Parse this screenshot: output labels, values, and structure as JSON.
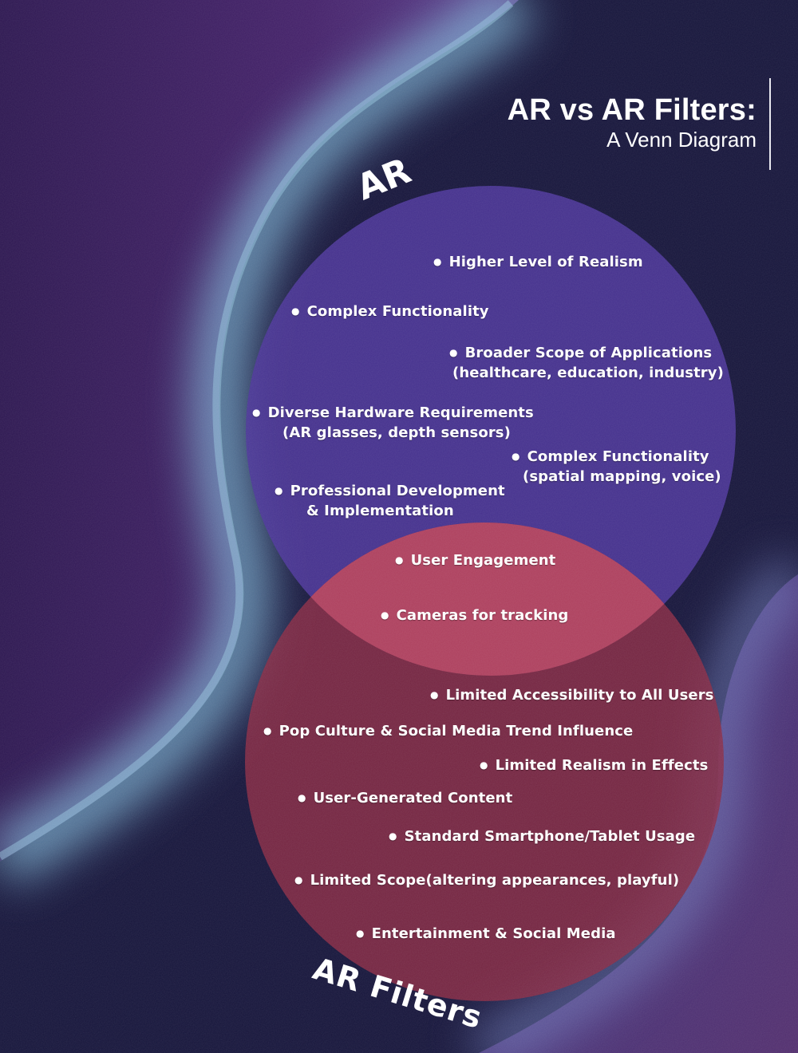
{
  "title": "AR vs AR Filters:",
  "subtitle": "A Venn Diagram",
  "sets": {
    "ar": {
      "label": "AR",
      "color": "#4b3498"
    },
    "filters": {
      "label": "AR Filters",
      "color": "#8a2a43"
    },
    "overlap_color": "#b0405e"
  },
  "ar_items": [
    {
      "line1": "Higher Level of Realism",
      "line2": ""
    },
    {
      "line1": "Complex Functionality",
      "line2": ""
    },
    {
      "line1": "Broader Scope of Applications",
      "line2": "(healthcare, education, industry)"
    },
    {
      "line1": "Diverse Hardware Requirements",
      "line2": "(AR glasses, depth sensors)"
    },
    {
      "line1": "Complex Functionality",
      "line2": "(spatial mapping, voice)"
    },
    {
      "line1": "Professional Development",
      "line2": "& Implementation"
    }
  ],
  "shared_items": [
    {
      "line1": "User Engagement",
      "line2": ""
    },
    {
      "line1": "Cameras for tracking",
      "line2": ""
    }
  ],
  "filter_items": [
    {
      "line1": "Limited Accessibility to All Users",
      "line2": ""
    },
    {
      "line1": "Pop Culture & Social Media Trend Influence",
      "line2": ""
    },
    {
      "line1": "Limited Realism in Effects",
      "line2": ""
    },
    {
      "line1": "User-Generated Content",
      "line2": ""
    },
    {
      "line1": "Standard Smartphone/Tablet Usage",
      "line2": ""
    },
    {
      "line1": "Limited Scope(altering appearances, playful)",
      "line2": ""
    },
    {
      "line1": "Entertainment & Social Media",
      "line2": ""
    }
  ],
  "colors": {
    "background": "#16153a",
    "left_panel": "#3a1d5e",
    "wave_glow": "#7fb6d6",
    "text": "#ffffff"
  }
}
